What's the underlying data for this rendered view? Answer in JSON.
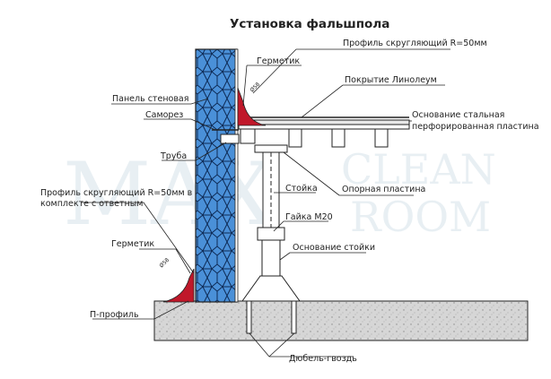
{
  "title": "Установка фальшпола",
  "watermark": {
    "brand": "MAX",
    "line1": "CLEAN",
    "line2": "ROOM"
  },
  "labels": {
    "profile_rounding_top": "Профиль скругляющий R=50мм",
    "sealant_top": "Герметик",
    "linoleum": "Покрытие Линолеум",
    "wall_panel": "Панель стеновая",
    "screw": "Саморез",
    "steel_base_line1": "Основание стальная",
    "steel_base_line2": "перфорированная пластина",
    "pipe": "Труба",
    "support_plate": "Опорная пластина",
    "profile_rounding_bottom_line1": "Профиль скругляющий R=50мм в",
    "profile_rounding_bottom_line2": "комплекте с ответным",
    "post": "Стойка",
    "nut": "Гайка М20",
    "post_base": "Основание стойки",
    "sealant_bottom": "Герметик",
    "p_profile": "П-профиль",
    "dowel_nail": "Дюбель-гвоздь"
  },
  "dimensions": {
    "top_radius": "Ø58",
    "bottom_radius": "Ø58"
  },
  "colors": {
    "panel_fill": "#4a90d8",
    "profile_red": "#c0182a",
    "concrete": "#d6d6d6",
    "line": "#222222"
  }
}
